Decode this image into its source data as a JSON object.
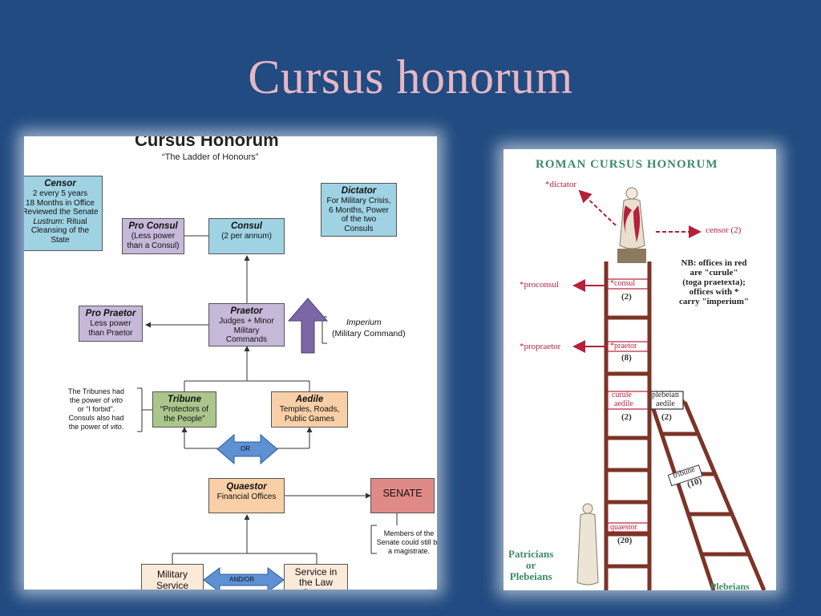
{
  "slide": {
    "title": "Cursus honorum"
  },
  "left_chart": {
    "title": "Cursus Honorum",
    "subtitle": "“The Ladder of Honours”",
    "censor": {
      "title": "Censor",
      "text": "2 every 5 years\n18 Months in Office\nReviewed the Senate",
      "lustrum_word": "Lustrum",
      "lustrum_rest": ": Ritual\nCleansing of the\nState"
    },
    "dictator": {
      "title": "Dictator",
      "text": "For Military Crisis,\n6 Months, Power\nof the two\nConsuls"
    },
    "pro_consul": {
      "title": "Pro Consul",
      "text": "(Less power\nthan a Consul)"
    },
    "consul": {
      "title": "Consul",
      "text": "(2 per annum)"
    },
    "pro_praetor": {
      "title": "Pro Praetor",
      "text": "Less power\nthan Praetor"
    },
    "praetor": {
      "title": "Praetor",
      "text": "Judges + Minor\nMilitary\nCommands"
    },
    "imperium": {
      "title": "Imperium",
      "text": "(Military Command)"
    },
    "tribunes_note": {
      "part1": "The Tribunes had\nthe power of ",
      "vito1": "vito",
      "part2": "\nor “I forbid”.\nConsuls also had\nthe power of ",
      "vito2": "vito",
      "part3": "."
    },
    "tribune": {
      "title": "Tribune",
      "text": "“Protectors of\nthe People”"
    },
    "aedile": {
      "title": "Aedile",
      "text": "Temples, Roads,\nPublic Games"
    },
    "or_label": "OR",
    "quaestor": {
      "title": "Quaestor",
      "text": "Financial Offices"
    },
    "senate": {
      "title": "SENATE"
    },
    "senate_note": "Members of the\nSenate could still be\na magistrate.",
    "military_service": {
      "title": "Military\nService"
    },
    "andor_label": "AND/OR",
    "law_courts": {
      "title": "Service in\nthe Law\nCourts"
    }
  },
  "right_chart": {
    "title": "ROMAN  CURSUS  HONORUM",
    "dictator": "*dictator",
    "censor": "censor (2)",
    "note": "NB: offices in red\nare \"curule\"\n(toga praetexta);\noffices with *\ncarry \"imperium\"",
    "proconsul": "*proconsul",
    "consul": "*consul",
    "consul_count": "(2)",
    "propraetor": "*propraetor",
    "praetor": "*praetor",
    "praetor_count": "(8)",
    "curule": "curule",
    "curule_aedile": "aedile",
    "curule_count": "(2)",
    "plebeian": "plebeian",
    "plebeian_aedile": "aedile",
    "plebeian_count": "(2)",
    "tribune": "tribune",
    "tribune_count": "(10)",
    "quaestor": "quaestor",
    "quaestor_count": "(20)",
    "patricians": "Patricians\nor\nPlebeians",
    "plebeians": "Plebeians",
    "colors": {
      "curule_red": "#b3213a",
      "ladder_brown": "#7b3426",
      "title_green": "#3b8a66"
    }
  }
}
